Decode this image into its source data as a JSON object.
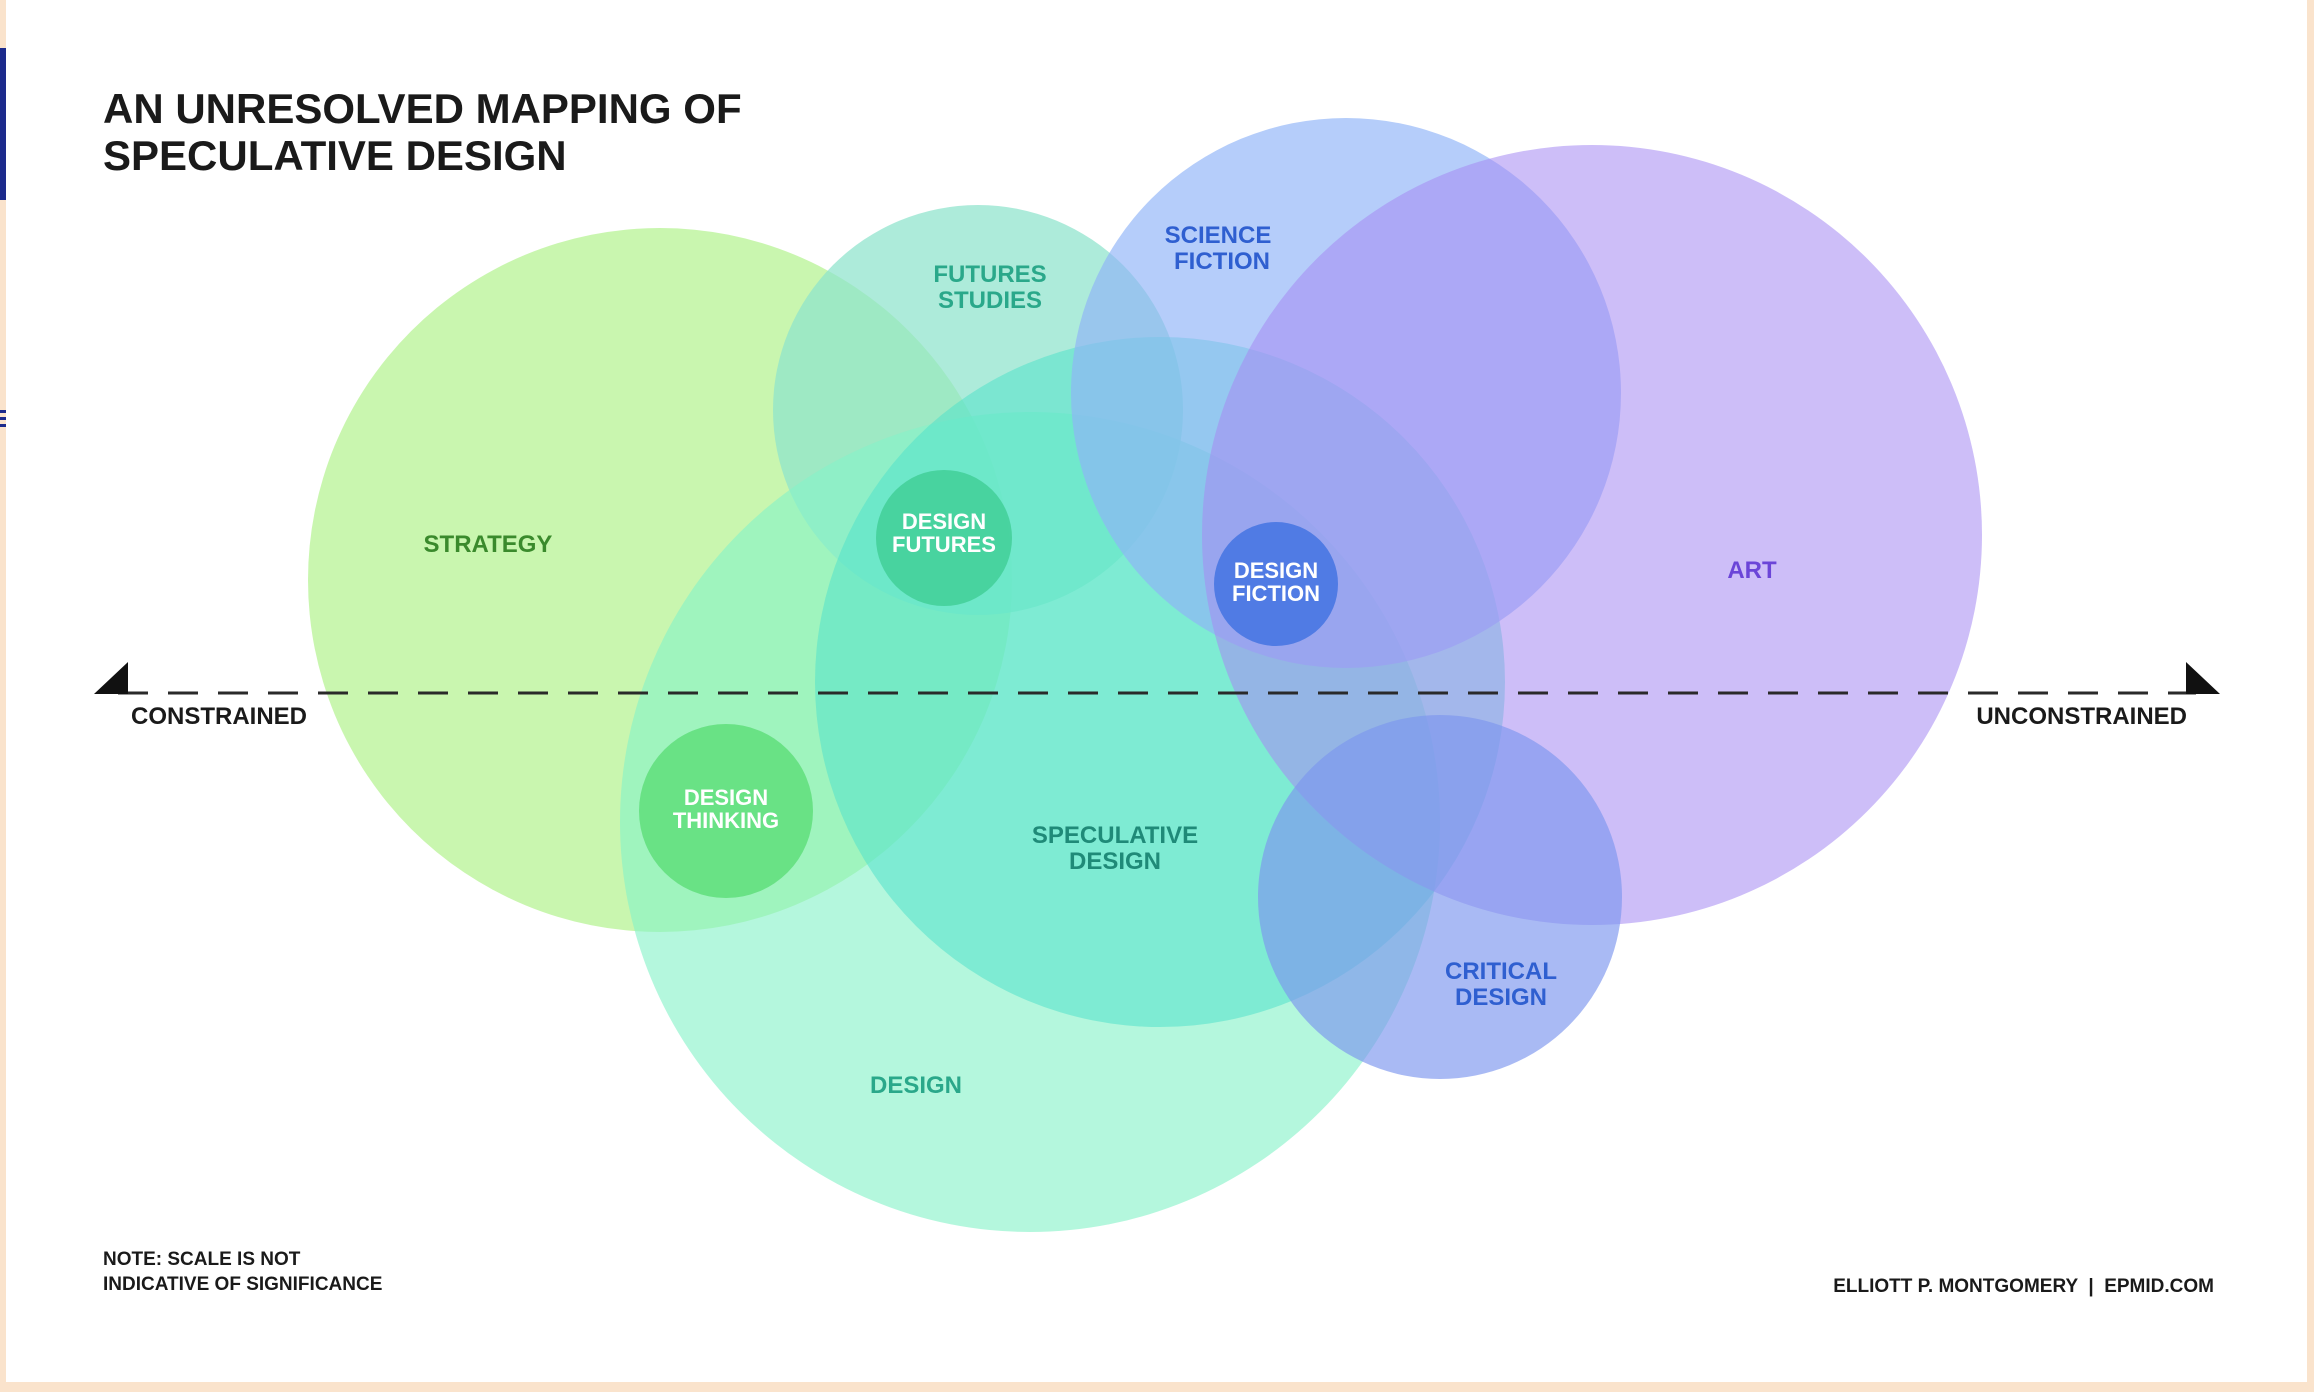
{
  "title_lines": [
    "AN UNRESOLVED MAPPING OF",
    "SPECULATIVE DESIGN"
  ],
  "axis": {
    "left_label": "CONSTRAINED",
    "right_label": "UNCONSTRAINED"
  },
  "note_lines": [
    "NOTE: SCALE IS NOT",
    "INDICATIVE OF SIGNIFICANCE"
  ],
  "credit": "ELLIOTT P. MONTGOMERY  |  EPMID.COM",
  "colors": {
    "strategy": "#a8f07e",
    "futures_studies": "#8ee3cc",
    "science_fiction": "#8fb3f7",
    "art": "#a58bf2",
    "design": "#86f2c8",
    "speculative_design": "#52e2cb",
    "critical_design": "#7d97ef",
    "design_futures": "#36c98a",
    "design_fiction": "#3b6fe0",
    "design_thinking": "#4fd86a",
    "label_green": "#3a8a2c",
    "label_teal": "#2aa88a",
    "label_blue": "#2f5fd0",
    "label_purple": "#6b45d8",
    "text_dark": "#1a1a1a"
  },
  "circles": [
    {
      "id": "strategy",
      "lines": [
        "STRATEGY"
      ]
    },
    {
      "id": "futures-studies",
      "lines": [
        "FUTURES",
        "STUDIES"
      ]
    },
    {
      "id": "science-fiction",
      "lines": [
        "SCIENCE",
        "FICTION"
      ]
    },
    {
      "id": "art",
      "lines": [
        "ART"
      ]
    },
    {
      "id": "design",
      "lines": [
        "DESIGN"
      ]
    },
    {
      "id": "speculative-design",
      "lines": [
        "SPECULATIVE",
        "DESIGN"
      ]
    },
    {
      "id": "critical-design",
      "lines": [
        "CRITICAL",
        "DESIGN"
      ]
    },
    {
      "id": "design-futures",
      "lines": [
        "DESIGN",
        "FUTURES"
      ]
    },
    {
      "id": "design-fiction",
      "lines": [
        "DESIGN",
        "FICTION"
      ]
    },
    {
      "id": "design-thinking",
      "lines": [
        "DESIGN",
        "THINKING"
      ]
    }
  ]
}
